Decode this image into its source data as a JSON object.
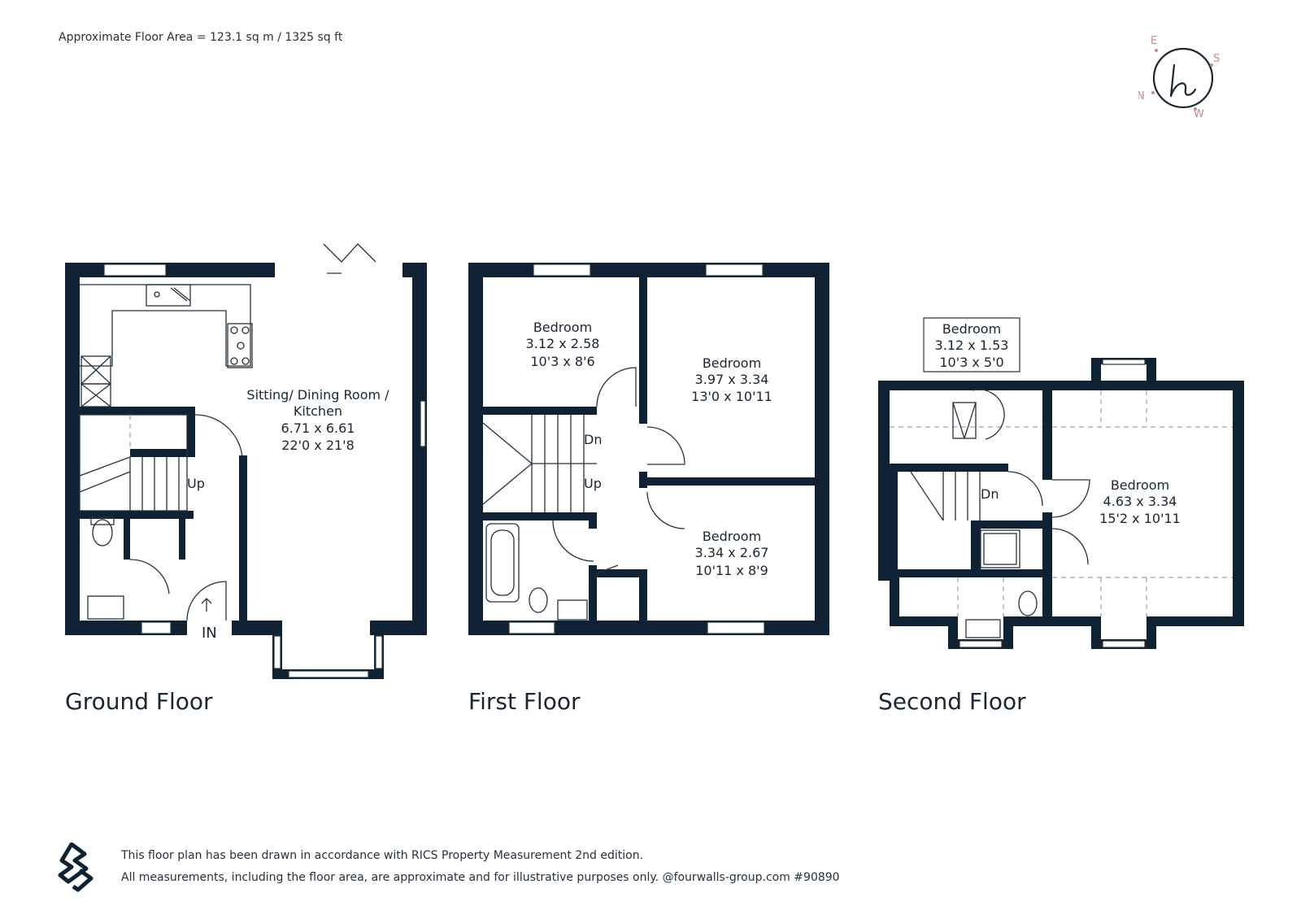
{
  "header": {
    "floor_area": "Approximate Floor Area = 123.1 sq m / 1325 sq ft"
  },
  "compass": {
    "letters": [
      "E",
      "S",
      "N",
      "W"
    ],
    "accent_color": "#c98a8a",
    "icon": "compass-logo-icon"
  },
  "ground_floor": {
    "title": "Ground Floor",
    "main_room": {
      "line1": "Sitting/ Dining Room /",
      "line2": "Kitchen",
      "metric": "6.71 x 6.61",
      "imperial": "22'0 x 21'8"
    },
    "stairs_label": "Up",
    "entrance_label": "IN"
  },
  "first_floor": {
    "title": "First Floor",
    "bedroom_a": {
      "name": "Bedroom",
      "metric": "3.12 x 2.58",
      "imperial": "10'3 x 8'6"
    },
    "bedroom_b": {
      "name": "Bedroom",
      "metric": "3.97 x 3.34",
      "imperial": "13'0 x 10'11"
    },
    "bedroom_c": {
      "name": "Bedroom",
      "metric": "3.34 x 2.67",
      "imperial": "10'11 x 8'9"
    },
    "stairs_down": "Dn",
    "stairs_up": "Up"
  },
  "second_floor": {
    "title": "Second Floor",
    "bedroom_small": {
      "name": "Bedroom",
      "metric": "3.12 x 1.53",
      "imperial": "10'3 x 5'0"
    },
    "bedroom_large": {
      "name": "Bedroom",
      "metric": "4.63 x 3.34",
      "imperial": "15'2 x 10'11"
    },
    "stairs_down": "Dn"
  },
  "footer": {
    "line1": "This floor plan has been drawn in accordance with RICS Property Measurement 2nd edition.",
    "line2": "All measurements, including the floor area, are approximate and for illustrative purposes only. @fourwalls-group.com #90890",
    "icon": "fourwalls-logo-icon"
  },
  "colors": {
    "wall": "#0f2233",
    "line": "#26323c",
    "dashed": "#9aa4ad"
  }
}
